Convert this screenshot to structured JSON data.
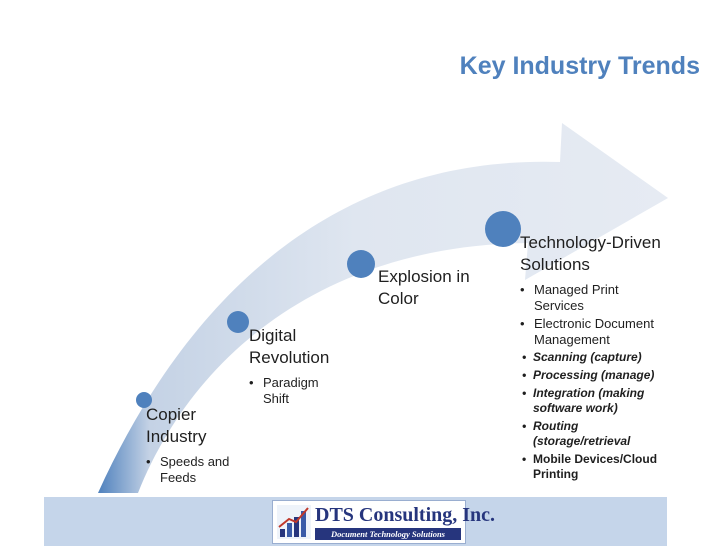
{
  "title": "Key Industry Trends",
  "colors": {
    "title": "#4f81bd",
    "arrow_light": "#dfe6f0",
    "arrow_dark": "#4f81bd",
    "node": "#4f81bd",
    "footer_bar": "#c5d5ea",
    "logo_text": "#26357d"
  },
  "steps": [
    {
      "title_line1": "Copier",
      "title_line2": "Industry",
      "bullets": [
        "Speeds and",
        "Feeds"
      ]
    },
    {
      "title_line1": "Digital",
      "title_line2": "Revolution",
      "bullets": [
        "Paradigm",
        "Shift"
      ]
    },
    {
      "title_line1": "Explosion in",
      "title_line2": "Color"
    },
    {
      "title_line1": "Technology-Driven",
      "title_line2": "Solutions",
      "bullets": [
        "Managed Print Services",
        "Electronic Document Management"
      ],
      "sub_bullets": [
        "Scanning (capture)",
        "Processing (manage)",
        "Integration (making software work)",
        "Routing (storage/retrieval",
        "Mobile Devices/Cloud Printing"
      ]
    }
  ],
  "footer": {
    "logo_name": "DTS Consulting, Inc.",
    "logo_tagline": "Document Technology Solutions",
    "logo_icon": "rising-chart-icon"
  }
}
